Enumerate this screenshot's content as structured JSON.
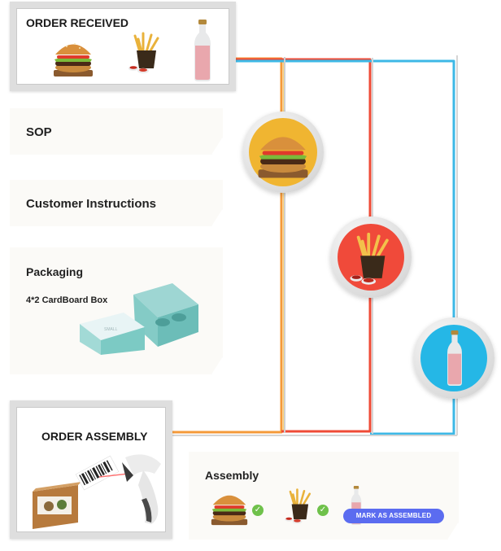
{
  "order_received": {
    "title": "ORDER RECEIVED"
  },
  "sop": {
    "label": "SOP"
  },
  "customer_instructions": {
    "label": "Customer Instructions"
  },
  "packaging": {
    "label": "Packaging",
    "box_name": "4*2 CardBoard Box"
  },
  "order_assembly": {
    "title": "ORDER ASSEMBLY"
  },
  "assembly": {
    "label": "Assembly",
    "button_label": "MARK AS ASSEMBLED"
  },
  "colors": {
    "burger_node": "#f0b531",
    "fries_node": "#f04a3a",
    "shake_node": "#25b7e6",
    "wire_orange": "#f49a39",
    "wire_red": "#ef4b37",
    "wire_blue": "#3db8e6",
    "button": "#5b6cf0",
    "check": "#6fc14b"
  },
  "icons": [
    "burger-icon",
    "fries-icon",
    "milkshake-bottle-icon",
    "barcode-scanner-icon",
    "check-icon"
  ]
}
